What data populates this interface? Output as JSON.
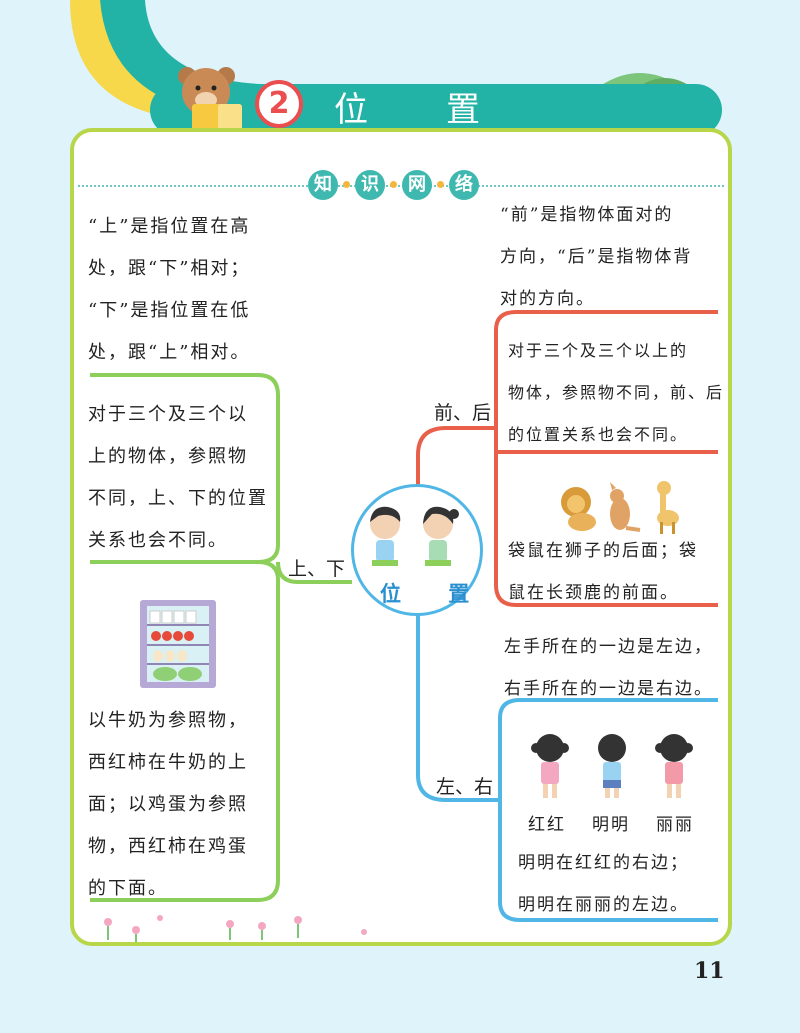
{
  "header": {
    "chapter_number": "2",
    "chapter_title": "位置"
  },
  "section_title_chars": [
    "知",
    "识",
    "网",
    "络"
  ],
  "center_label": "位 置",
  "branches": {
    "up_down": "上、下",
    "front_back": "前、后",
    "left_right": "左、右"
  },
  "texts": {
    "up_down_def": "“上”是指位置在高\n处，跟“下”相对；\n“下”是指位置在低\n处，跟“上”相对。",
    "up_down_note": "对于三个及三个以\n上的物体，参照物\n不同，上、下的位置\n关系也会不同。",
    "up_down_example": "以牛奶为参照物，\n西红柿在牛奶的上\n面；以鸡蛋为参照\n物，西红柿在鸡蛋\n的下面。",
    "front_back_def": "“前”是指物体面对的\n方向，“后”是指物体背\n对的方向。",
    "front_back_note": "对于三个及三个以上的\n物体，参照物不同，前、后\n的位置关系也会不同。",
    "front_back_example": "袋鼠在狮子的后面；袋\n鼠在长颈鹿的前面。",
    "left_right_def": "左手所在的一边是左边，\n右手所在的一边是右边。",
    "left_right_example": "明明在红红的右边；\n明明在丽丽的左边。"
  },
  "kids_names": [
    "红红",
    "明明",
    "丽丽"
  ],
  "page_number": "11",
  "colors": {
    "card_border": "#b7d64a",
    "teal": "#22b3a6",
    "red_branch": "#e8604a",
    "green_branch": "#8ccf5a",
    "blue_branch": "#4fb6e6"
  }
}
